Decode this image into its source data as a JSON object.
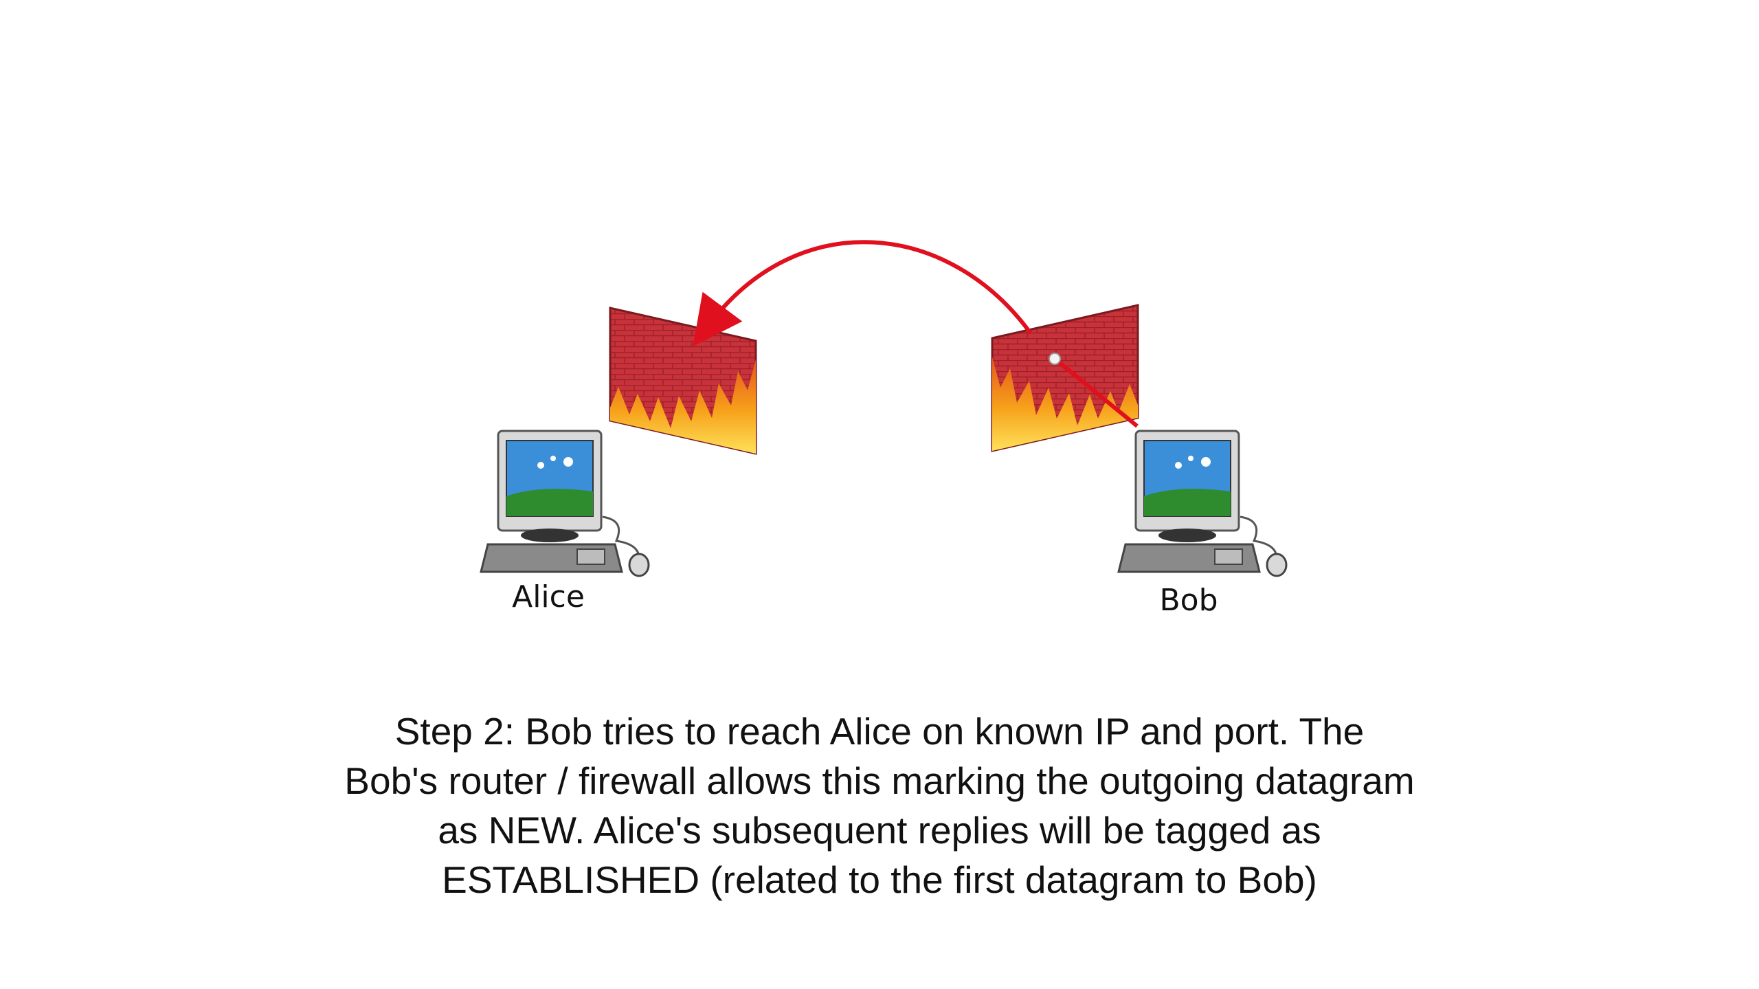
{
  "nodes": {
    "alice": {
      "label": "Alice"
    },
    "bob": {
      "label": "Bob"
    }
  },
  "caption": {
    "lines": [
      "Step 2: Bob tries to reach Alice on known IP and port. The",
      "Bob's router / firewall allows this marking the outgoing datagram",
      "as NEW. Alice's subsequent replies will be tagged as",
      "ESTABLISHED (related to the first datagram to Bob)"
    ]
  },
  "colors": {
    "arrow": "#e0101e",
    "brick": "#c8323a",
    "flame": "#f7a21b",
    "screen_sky": "#3a8fd8",
    "screen_grass": "#2e8b2e"
  },
  "icons": [
    "computer-icon",
    "firewall-icon",
    "arrow"
  ]
}
